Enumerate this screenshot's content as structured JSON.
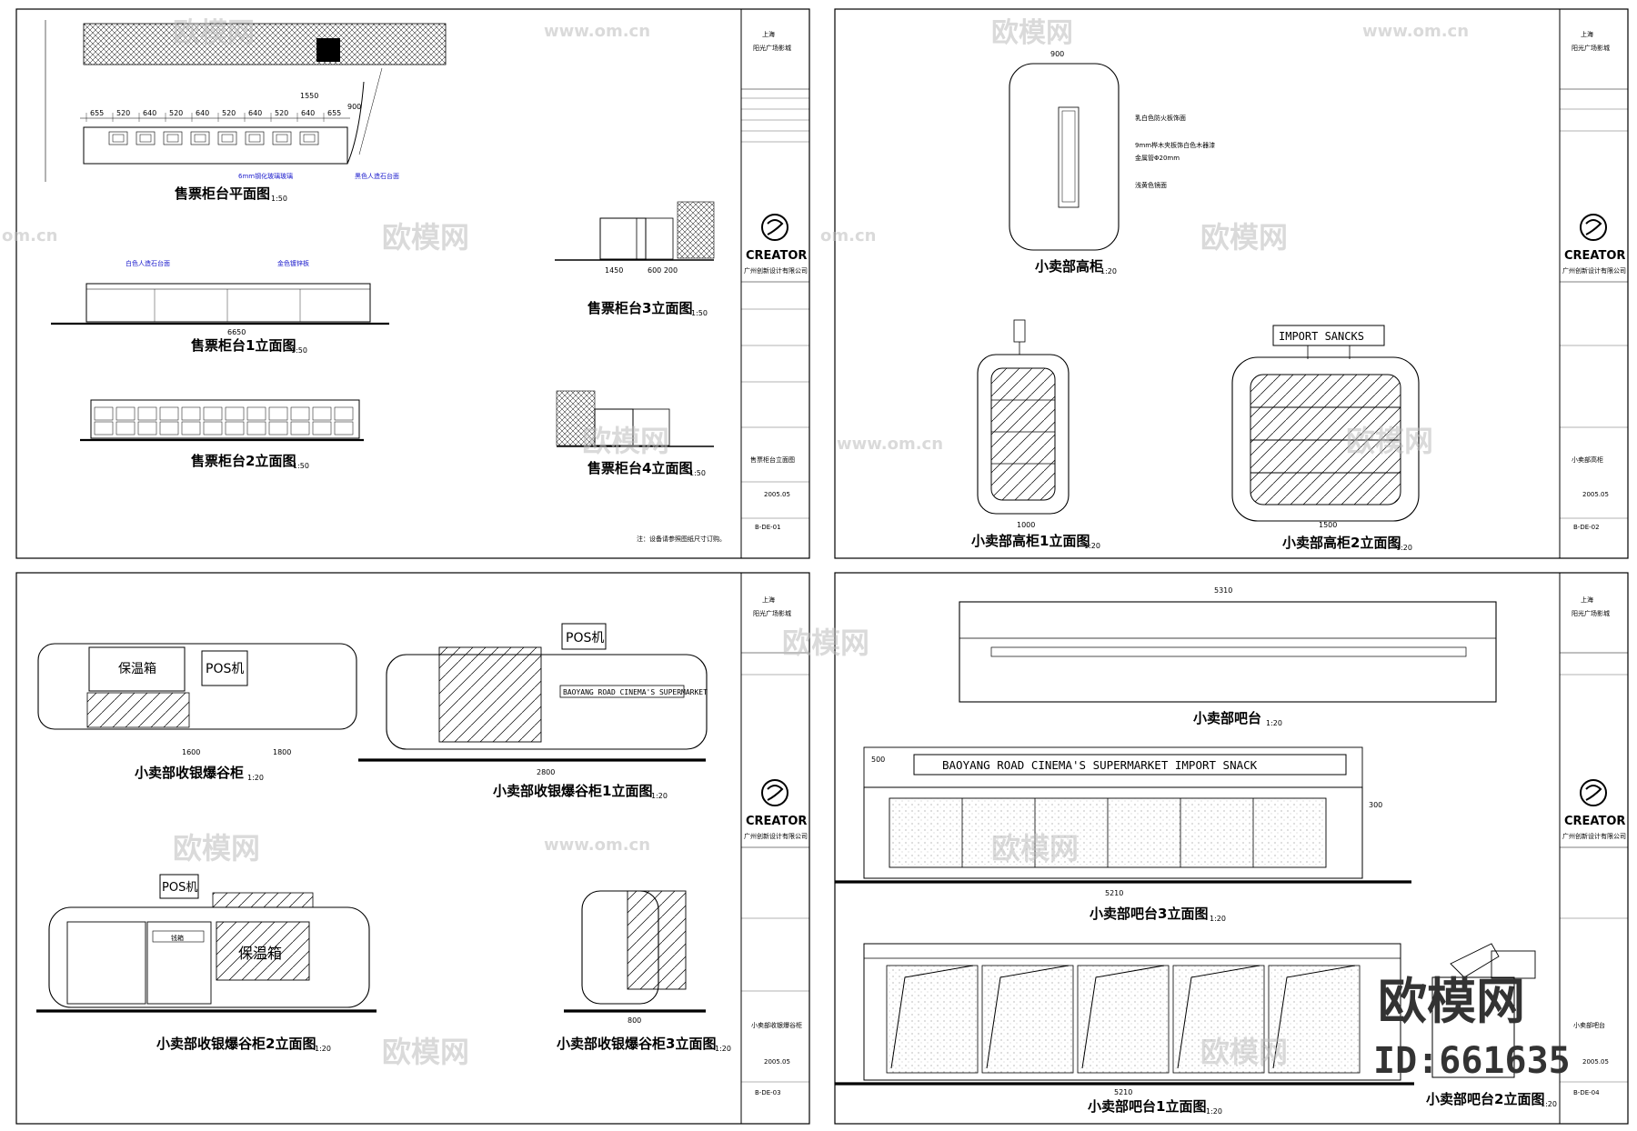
{
  "watermark": {
    "brand": "欧模网",
    "site": "www.om.cn",
    "domain": "om.cn",
    "id_label": "ID:661635"
  },
  "sheets": [
    {
      "drawing_no": "B-DE-01",
      "sheet_name": "售票柜台立面图",
      "views": [
        {
          "title": "售票柜台平面图",
          "scale": "1:50"
        },
        {
          "title": "售票柜台1立面图",
          "scale": "1:50"
        },
        {
          "title": "售票柜台2立面图",
          "scale": "1:50"
        },
        {
          "title": "售票柜台3立面图",
          "scale": "1:50"
        },
        {
          "title": "售票柜台4立面图",
          "scale": "1:50"
        }
      ],
      "dims_plan": [
        "655",
        "520",
        "640",
        "520",
        "640",
        "520",
        "640",
        "520",
        "640",
        "655"
      ],
      "total_width": "6650",
      "note": "注：设备请参照图纸尺寸订购。",
      "blue_notes": [
        "6mm钢化玻璃玻璃",
        "黑色人造石台面",
        "白色人造石台面",
        "金色镀锌板"
      ]
    },
    {
      "drawing_no": "B-DE-02",
      "sheet_name": "小卖部高柜",
      "views": [
        {
          "title": "小卖部高柜",
          "scale": "1:20"
        },
        {
          "title": "小卖部高柜1立面图",
          "scale": "1:20"
        },
        {
          "title": "小卖部高柜2立面图",
          "scale": "1:20"
        }
      ],
      "sign_text": "IMPORT SANCKS",
      "notes": [
        "乳白色防火板饰面",
        "9mm桦木夹板饰白色木器漆",
        "金属管Φ20mm",
        "浅黄色镜面"
      ]
    },
    {
      "drawing_no": "B-DE-03",
      "sheet_name": "小卖部收银爆谷柜",
      "views": [
        {
          "title": "小卖部收银爆谷柜",
          "scale": "1:20"
        },
        {
          "title": "小卖部收银爆谷柜1立面图",
          "scale": "1:20"
        },
        {
          "title": "小卖部收银爆谷柜2立面图",
          "scale": "1:20"
        },
        {
          "title": "小卖部收银爆谷柜3立面图",
          "scale": "1:20"
        }
      ],
      "labels": [
        "保温箱",
        "POS机",
        "POS机",
        "保温箱",
        "钱箱"
      ],
      "sign_text": "BAOYANG ROAD CINEMA'S SUPERMARKET"
    },
    {
      "drawing_no": "B-DE-04",
      "sheet_name": "小卖部吧台",
      "views": [
        {
          "title": "小卖部吧台",
          "scale": "1:20"
        },
        {
          "title": "小卖部吧台3立面图",
          "scale": "1:20"
        },
        {
          "title": "小卖部吧台1立面图",
          "scale": "1:20"
        },
        {
          "title": "小卖部吧台2立面图",
          "scale": "1:20"
        }
      ],
      "sign_text": "BAOYANG ROAD CINEMA'S SUPERMARKET IMPORT SNACK",
      "dims": [
        "5310",
        "5210",
        "5210",
        "500",
        "300"
      ]
    }
  ],
  "title_block": {
    "project_city": "上海",
    "project_name": "阳光广场影城",
    "logo_text": "CREATOR",
    "company": "广州创新设计有限公司",
    "date": "2005.05"
  }
}
